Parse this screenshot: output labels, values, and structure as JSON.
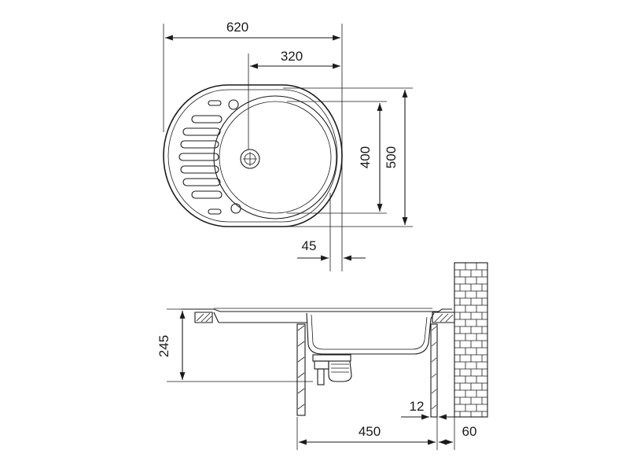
{
  "dimensions": {
    "overall_width": "620",
    "drain_offset": "320",
    "bowl_diameter": "400",
    "overall_depth": "500",
    "rim_offset": "45",
    "sink_height": "245",
    "cabinet_depth": "450",
    "gap": "12",
    "wall_offset": "60"
  }
}
